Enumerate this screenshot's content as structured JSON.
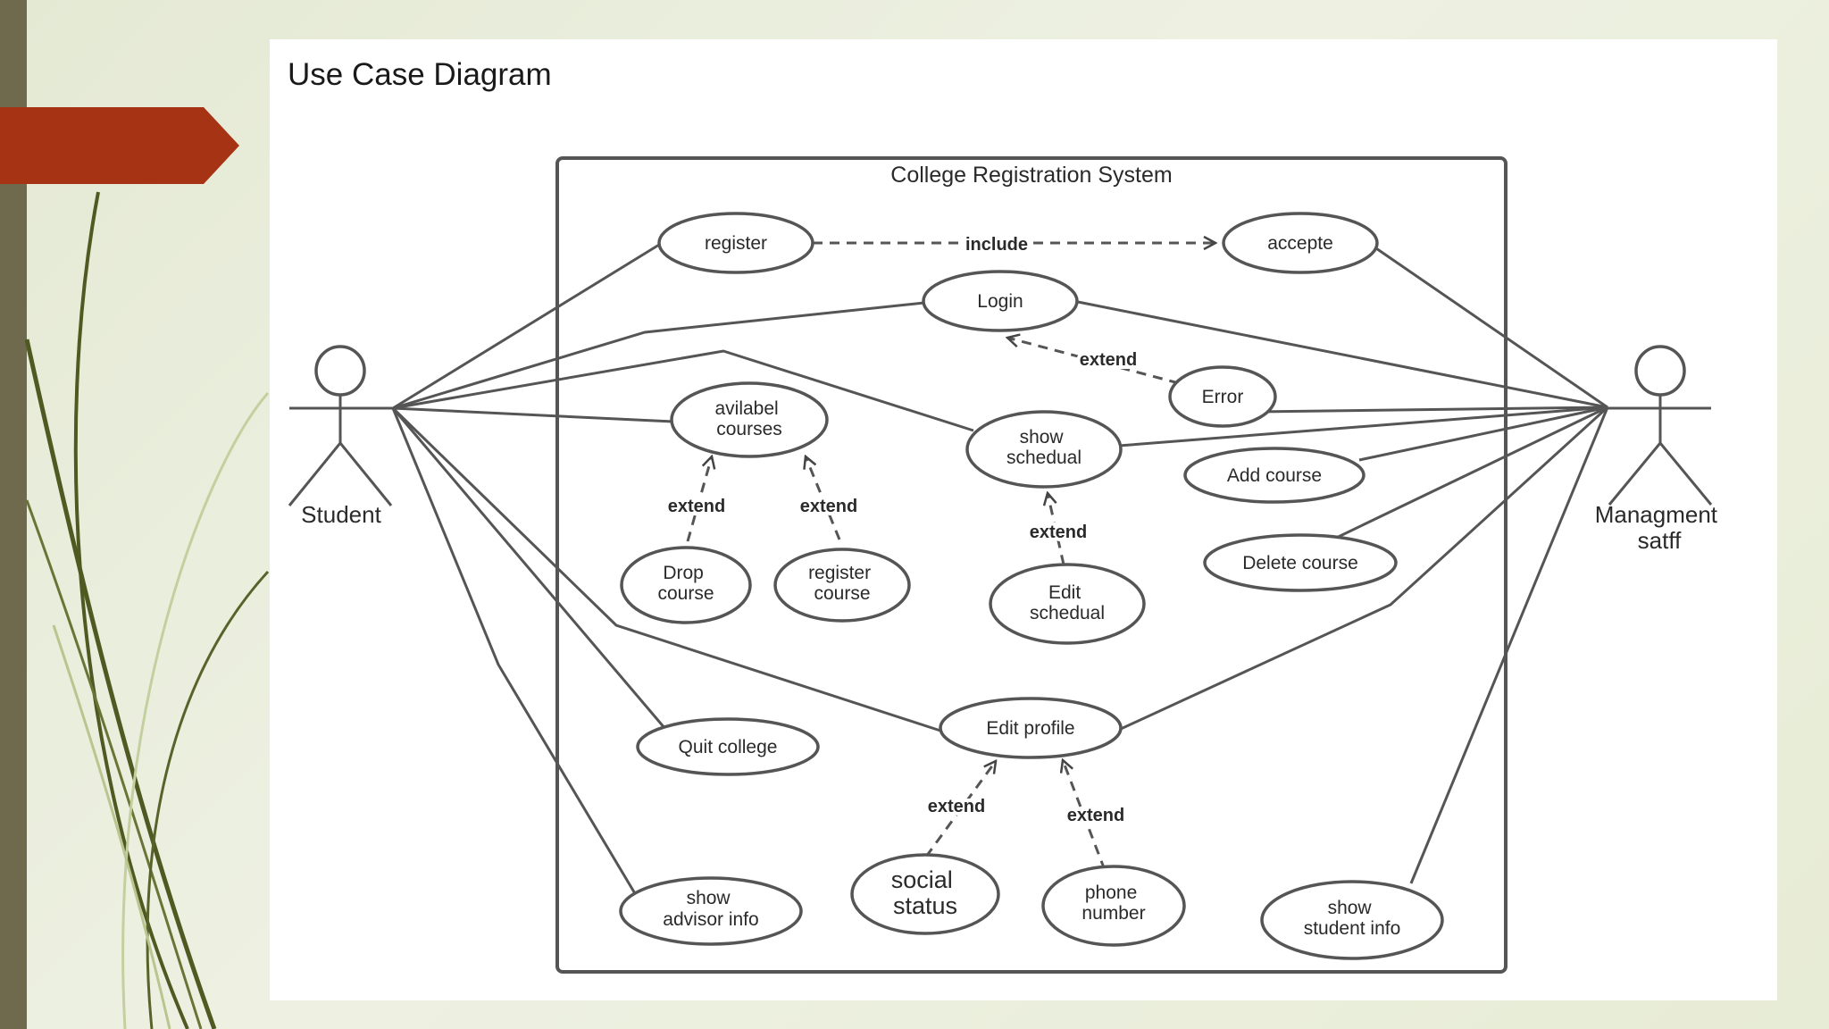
{
  "slide": {
    "title": "Use Case Diagram"
  },
  "diagram": {
    "system_name": "College Registration System",
    "actors": {
      "student": "Student",
      "staff": [
        "Managment",
        "satff"
      ]
    },
    "use_cases": {
      "register": [
        "register"
      ],
      "accepte": [
        "accepte"
      ],
      "login": [
        "Login"
      ],
      "error": [
        "Error"
      ],
      "avilabel_courses": [
        "avilabel",
        "courses"
      ],
      "show_schedual": [
        "show",
        "schedual"
      ],
      "add_course": [
        "Add course"
      ],
      "delete_course": [
        "Delete course"
      ],
      "drop_course": [
        "Drop",
        "course"
      ],
      "register_course": [
        "register",
        "course"
      ],
      "edit_schedual": [
        "Edit",
        "schedual"
      ],
      "quit_college": [
        "Quit college"
      ],
      "edit_profile": [
        "Edit profile"
      ],
      "show_advisor_info": [
        "show",
        "advisor info"
      ],
      "social_status": [
        "social",
        "status"
      ],
      "phone_number": [
        "phone",
        "number"
      ],
      "show_student_info": [
        "show",
        "student info"
      ]
    },
    "relations": {
      "include": "include",
      "extend": "extend"
    }
  }
}
